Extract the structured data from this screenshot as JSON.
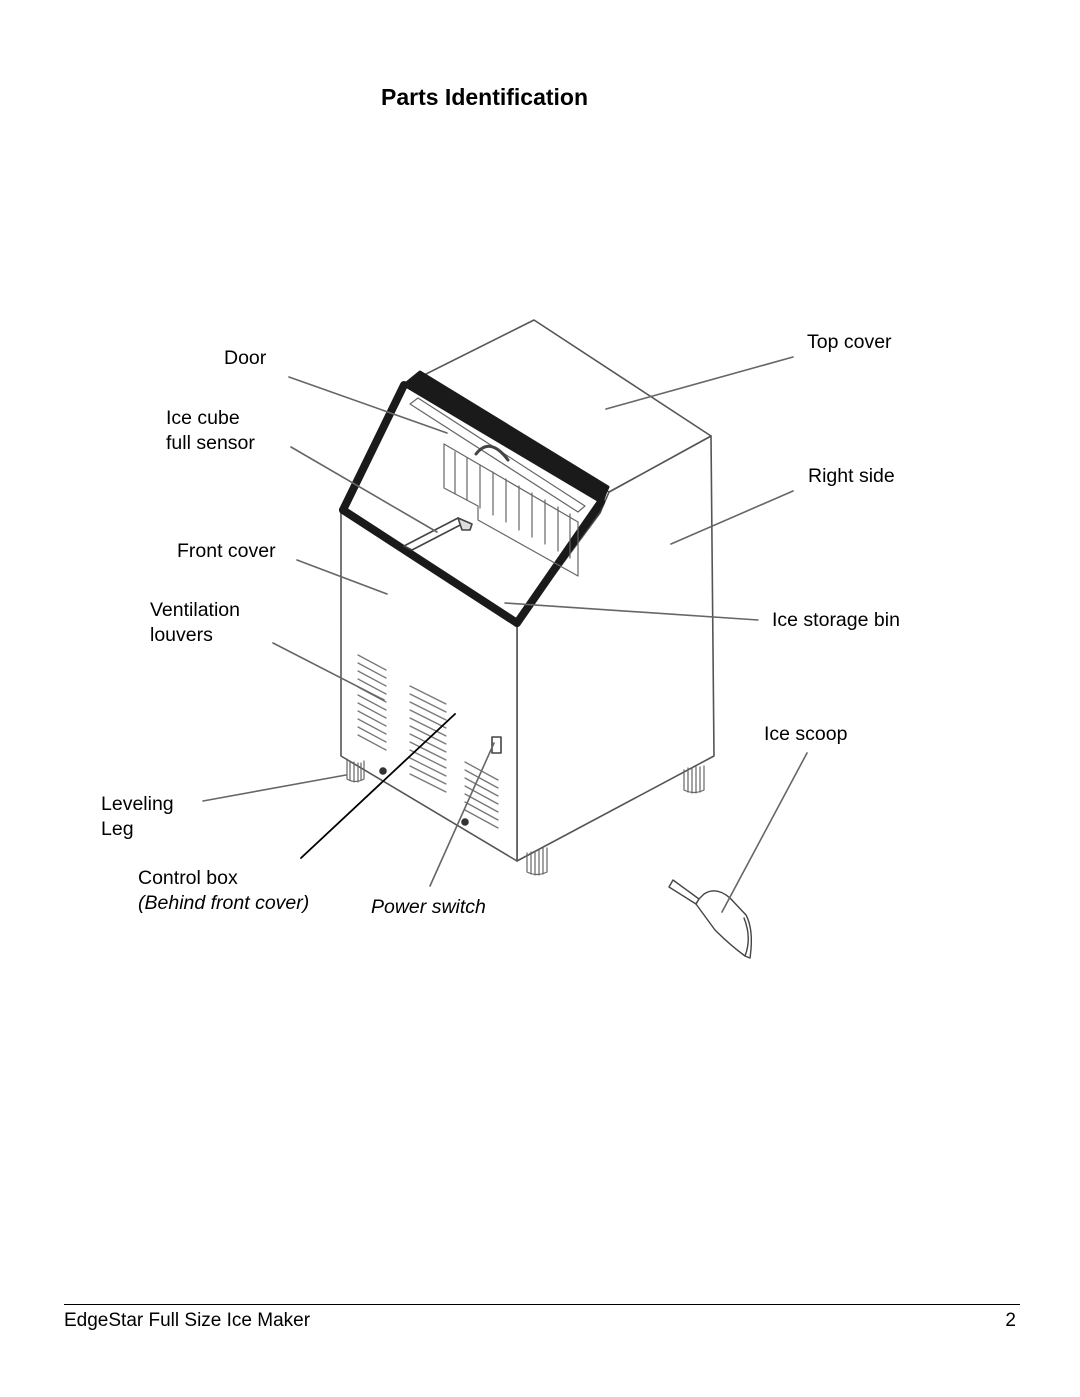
{
  "title": "Parts Identification",
  "labels": {
    "door": "Door",
    "ice_cube_sensor": [
      "Ice cube",
      "full sensor"
    ],
    "front_cover": "Front cover",
    "ventilation_louvers": [
      "Ventilation",
      "louvers"
    ],
    "leveling_leg": [
      "Leveling",
      "Leg"
    ],
    "control_box": "Control box",
    "control_box_note": "(Behind front cover)",
    "power_switch": "Power switch",
    "top_cover": "Top cover",
    "right_side": "Right side",
    "ice_storage_bin": "Ice storage bin",
    "ice_scoop": "Ice scoop"
  },
  "footer": {
    "product": "EdgeStar Full Size Ice Maker",
    "page_number": "2"
  }
}
